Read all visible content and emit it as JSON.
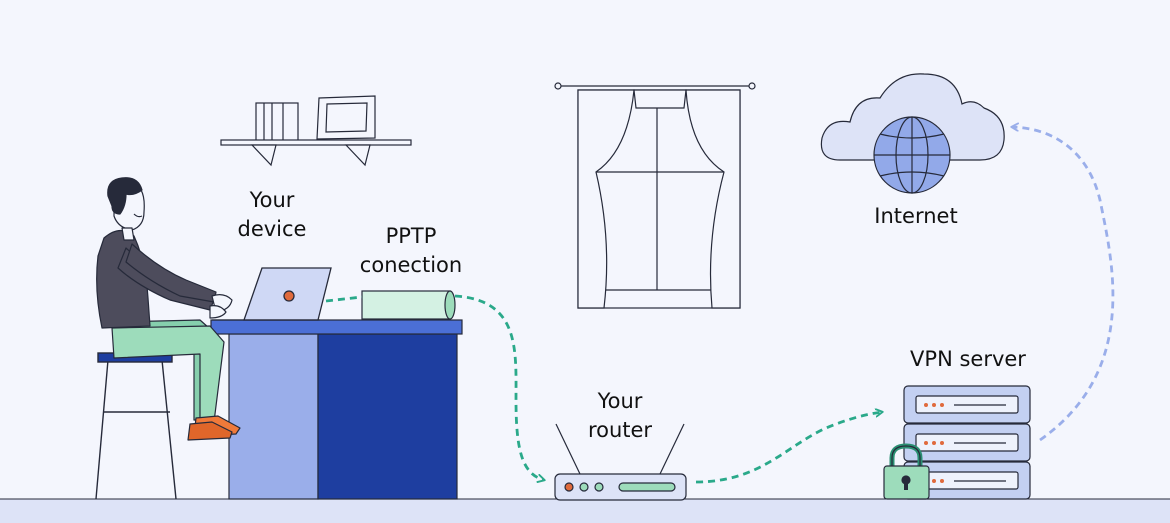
{
  "labels": {
    "device": [
      "Your",
      "device"
    ],
    "connection": [
      "PPTP",
      "conection"
    ],
    "router": [
      "Your",
      "router"
    ],
    "vpn_server": "VPN server",
    "internet": "Internet"
  },
  "colors": {
    "background": "#f4f6fd",
    "floor": "#dde3f7",
    "outline": "#262a3a",
    "desk_top": "#4b6fd6",
    "desk_light": "#9aaeea",
    "desk_dark": "#1e3ea0",
    "server": "#c3d0f2",
    "connection_path": "#2aa98a",
    "return_path": "#9aaeea",
    "mint": "#9ddcbb",
    "globe": "#92a9e9",
    "indicator": "#e06a3c"
  }
}
